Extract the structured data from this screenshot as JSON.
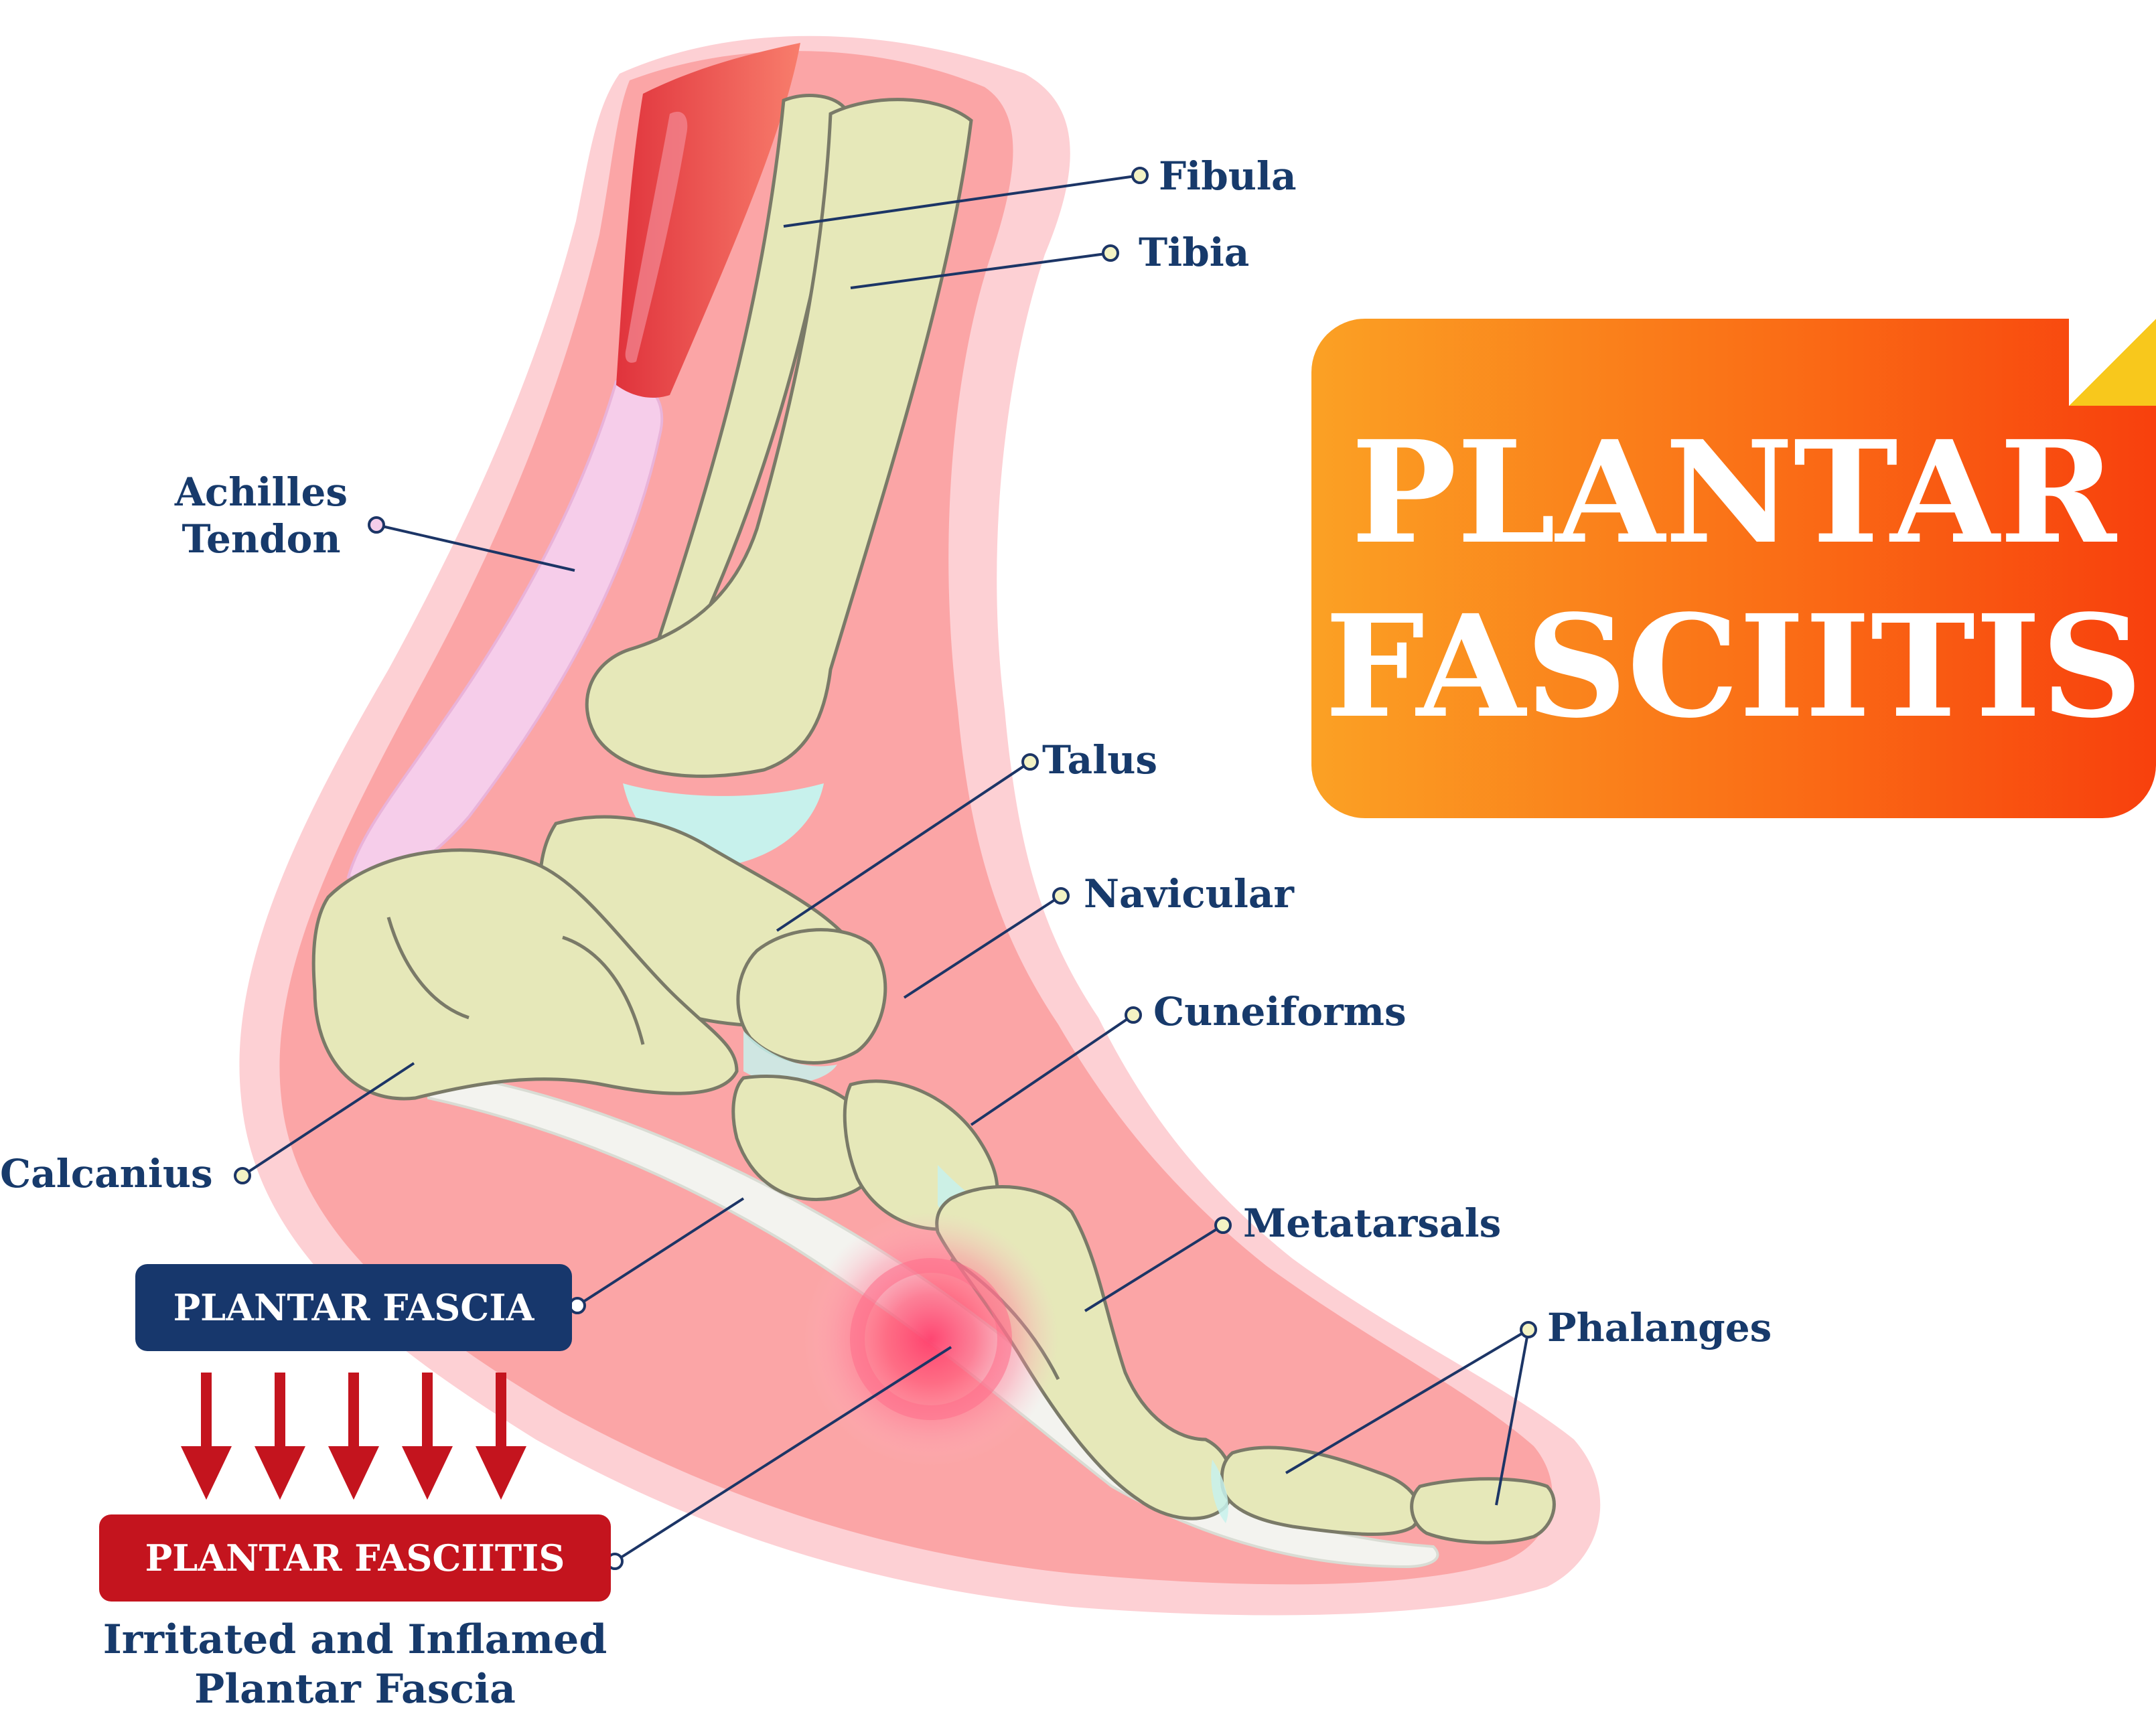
{
  "title": {
    "line1": "PLANTAR",
    "line2": "FASCIITIS"
  },
  "labels": {
    "fibula": "Fibula",
    "tibia": "Tibia",
    "achilles_line1": "Achilles",
    "achilles_line2": "Tendon",
    "talus": "Talus",
    "navicular": "Navicular",
    "cuneiforms": "Cuneiforms",
    "calcanius": "Calcanius",
    "metatarsals": "Metatarsals",
    "phalanges": "Phalanges"
  },
  "boxes": {
    "plantar_fascia": "PLANTAR FASCIA",
    "plantar_fasciitis": "PLANTAR FASCIITIS"
  },
  "caption": {
    "line1": "Irritated and Inflamed",
    "line2": "Plantar Fascia"
  },
  "colors": {
    "label_text": "#173a6b",
    "leader_line": "#1c3566",
    "skin": "#fba5a6",
    "skin_outer": "#fdd0d4",
    "bone": "#e6e8b9",
    "bone_outline": "#7a7a68",
    "cartilage": "#c7f1ec",
    "tendon": "#f6cdea",
    "muscle": "#e53a42",
    "fascia_box": "#17376c",
    "fasciitis_box": "#c4141e",
    "arrow": "#c4141e",
    "title_start": "#fba124",
    "title_end": "#f8400d",
    "title_fold": "#f8c81c",
    "inflammation": "#ff3d6b"
  }
}
